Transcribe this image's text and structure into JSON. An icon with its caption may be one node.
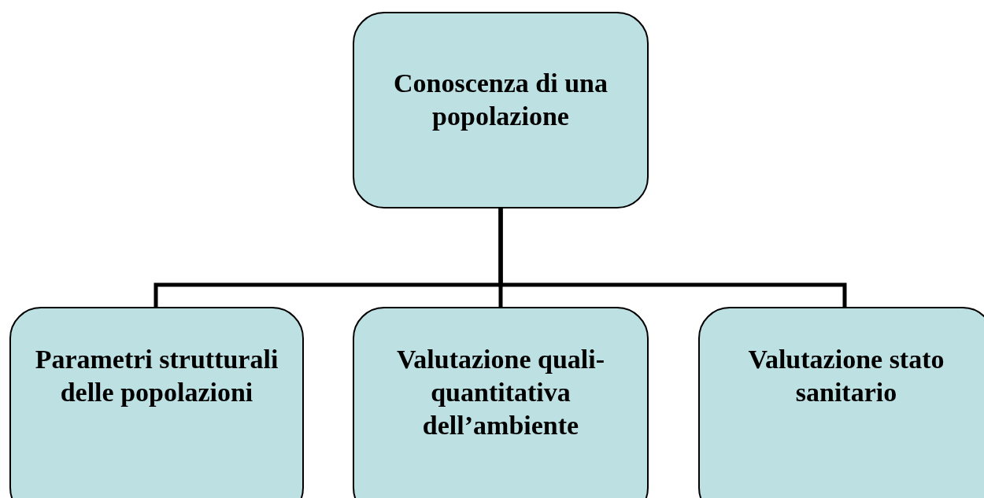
{
  "diagram": {
    "nodes": [
      {
        "text": [
          "Conoscenza di una popolazione"
        ]
      },
      {
        "text": [
          "Parametri strutturali delle popolazioni"
        ]
      },
      {
        "text": [
          "Valutazione quali-quantitativa dell’ambiente"
        ]
      },
      {
        "text": [
          "Valutazione stato sanitario"
        ]
      }
    ],
    "edges": [
      {
        "from": 0,
        "to": 1,
        "arrow": "none"
      },
      {
        "from": 0,
        "to": 2,
        "arrow": "none"
      },
      {
        "from": 0,
        "to": 3,
        "arrow": "none"
      }
    ]
  }
}
